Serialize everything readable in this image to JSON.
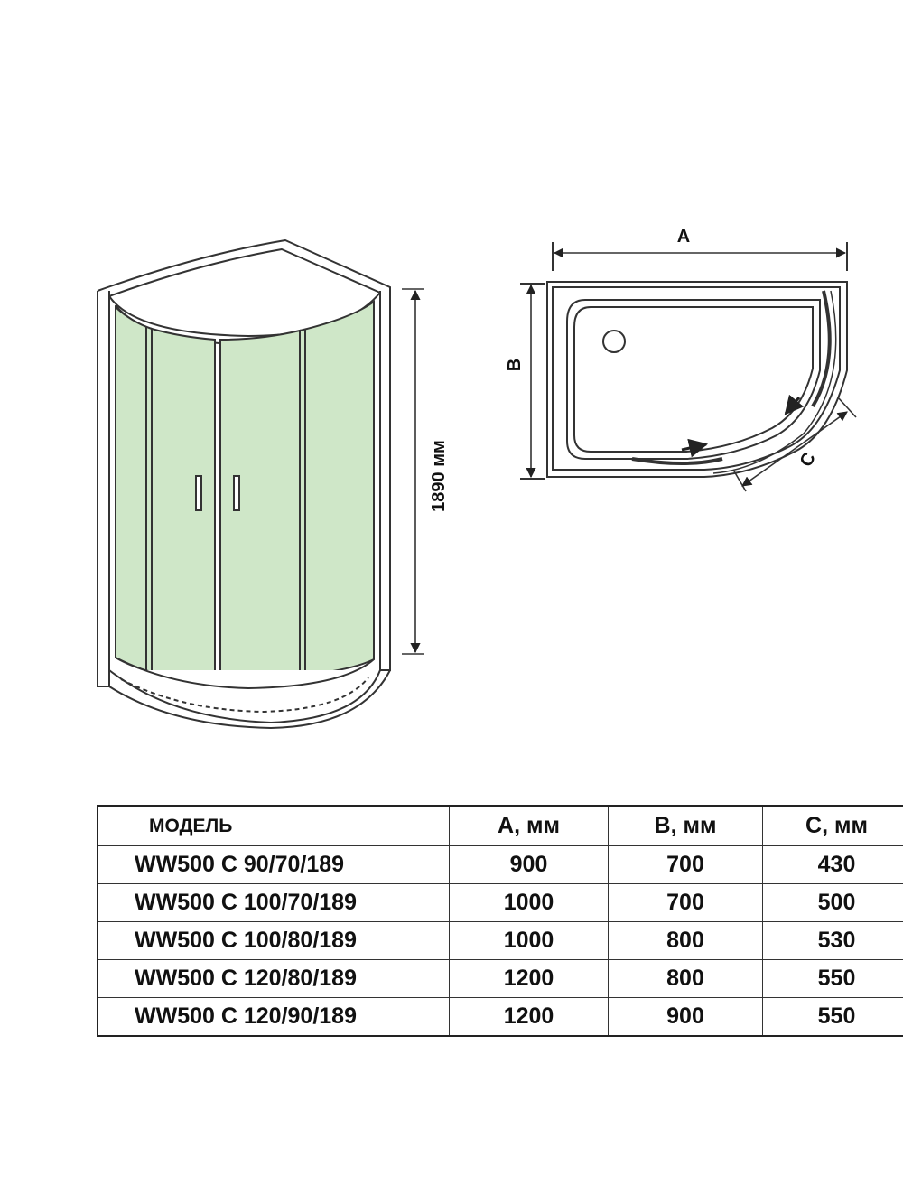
{
  "front_view": {
    "height_label": "1890 мм",
    "glass_color": "#cfe7c8"
  },
  "plan_view": {
    "label_a": "A",
    "label_b": "B",
    "label_c": "C"
  },
  "table": {
    "headers": {
      "model": "МОДЕЛЬ",
      "a": "A, мм",
      "b": "B, мм",
      "c": "C, мм"
    },
    "rows": [
      {
        "model": "WW500 C 90/70/189",
        "a": "900",
        "b": "700",
        "c": "430"
      },
      {
        "model": "WW500 C 100/70/189",
        "a": "1000",
        "b": "700",
        "c": "500"
      },
      {
        "model": "WW500 C 100/80/189",
        "a": "1000",
        "b": "800",
        "c": "530"
      },
      {
        "model": "WW500 C 120/80/189",
        "a": "1200",
        "b": "800",
        "c": "550"
      },
      {
        "model": "WW500 C 120/90/189",
        "a": "1200",
        "b": "900",
        "c": "550"
      }
    ]
  }
}
